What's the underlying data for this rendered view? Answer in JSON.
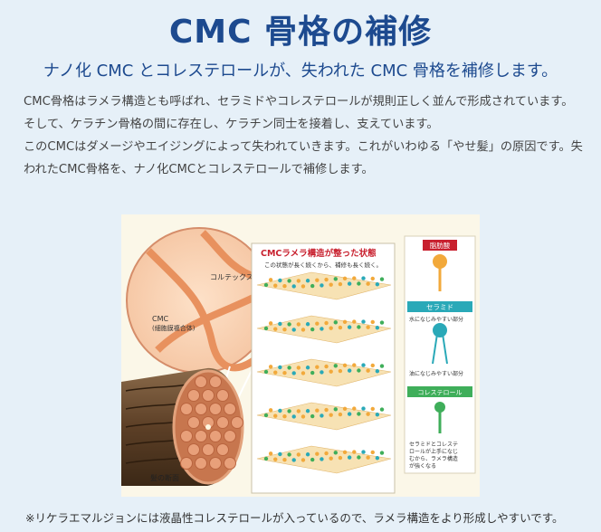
{
  "title": "CMC 骨格の補修",
  "subtitle": "ナノ化 CMC とコレステロールが、失われた CMC 骨格を補修します。",
  "paragraphs": [
    "CMC骨格はラメラ構造とも呼ばれ、セラミドやコレステロールが規則正しく並んで形成されています。そして、ケラチン骨格の間に存在し、ケラチン同士を接着し、支えています。",
    "このCMCはダメージやエイジングによって失われていきます。これがいわゆる「やせ髪」の原因です。失われたCMC骨格を、ナノ化CMCとコレステロールで補修します。"
  ],
  "figure": {
    "cortex_label": "コルテックス",
    "cmc_label_line1": "CMC",
    "cmc_label_line2": "(細胞膜複合体)",
    "hair_section_label": "髪の断面",
    "lamella_title": "CMCラメラ構造が整った状態",
    "lamella_sub": "この状態が長く続くから、補修も長く続く。",
    "fatty_acid_label": "脂肪酸",
    "ceramide_label": "セラミド",
    "water_friendly_top": "水になじみやすい部分",
    "oil_friendly": "油になじみやすい部分",
    "cholesterol_label": "コレステロール",
    "cholesterol_desc": [
      "セラミドとコレステ",
      "ロールが上手になじ",
      "むから、ラメラ構造",
      "が強くなる"
    ]
  },
  "colors": {
    "title": "#1d4a8f",
    "fatty_acid": "#f2a93b",
    "ceramide": "#2aa9b8",
    "cholesterol": "#3fae5a",
    "header_red": "#c8202e"
  },
  "note": "※リケラエマルジョンには液晶性コレステロールが入っているので、ラメラ構造をより形成しやすいです。"
}
